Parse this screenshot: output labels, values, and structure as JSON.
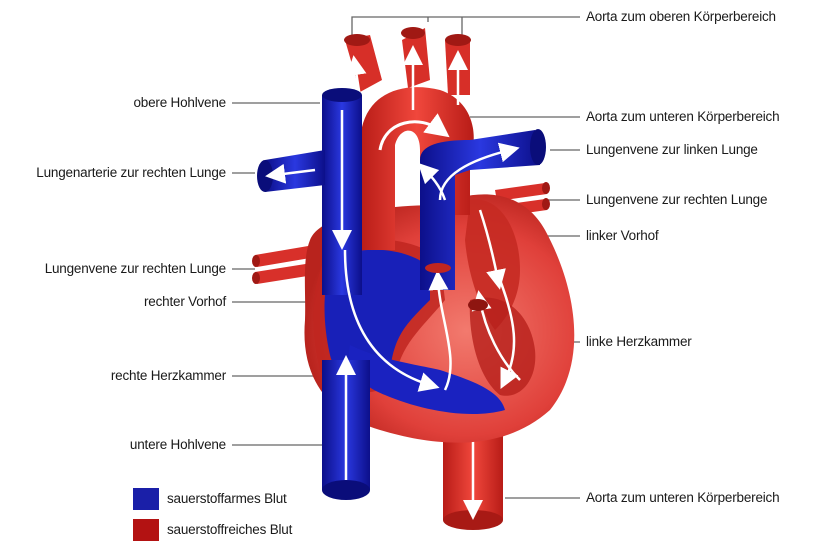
{
  "labels": {
    "aorta_upper": "Aorta zum oberen Körperbereich",
    "aorta_lower_top": "Aorta zum unteren Körperbereich",
    "pulm_vein_left": "Lungenvene zur linken Lunge",
    "pulm_vein_right_r": "Lungenvene zur rechten Lunge",
    "left_atrium": "linker Vorhof",
    "left_ventricle": "linke Herzkammer",
    "aorta_lower_bottom": "Aorta zum unteren Körperbereich",
    "superior_vena_cava": "obere Hohlvene",
    "pulm_artery_right": "Lungenarterie zur rechten Lunge",
    "pulm_vein_right_l": "Lungenvene zur rechten Lunge",
    "right_atrium": "rechter Vorhof",
    "right_ventricle": "rechte Herzkammer",
    "inferior_vena_cava": "untere Hohlvene"
  },
  "legend": {
    "deoxygenated": "sauerstoffarmes Blut",
    "oxygenated": "sauerstoffreiches Blut"
  },
  "colors": {
    "deoxygenated": "#1a1fa8",
    "oxygenated": "#b31212",
    "heart_red": "#d9302a",
    "heart_light": "#ee6a5e",
    "leader_line": "#666666"
  }
}
